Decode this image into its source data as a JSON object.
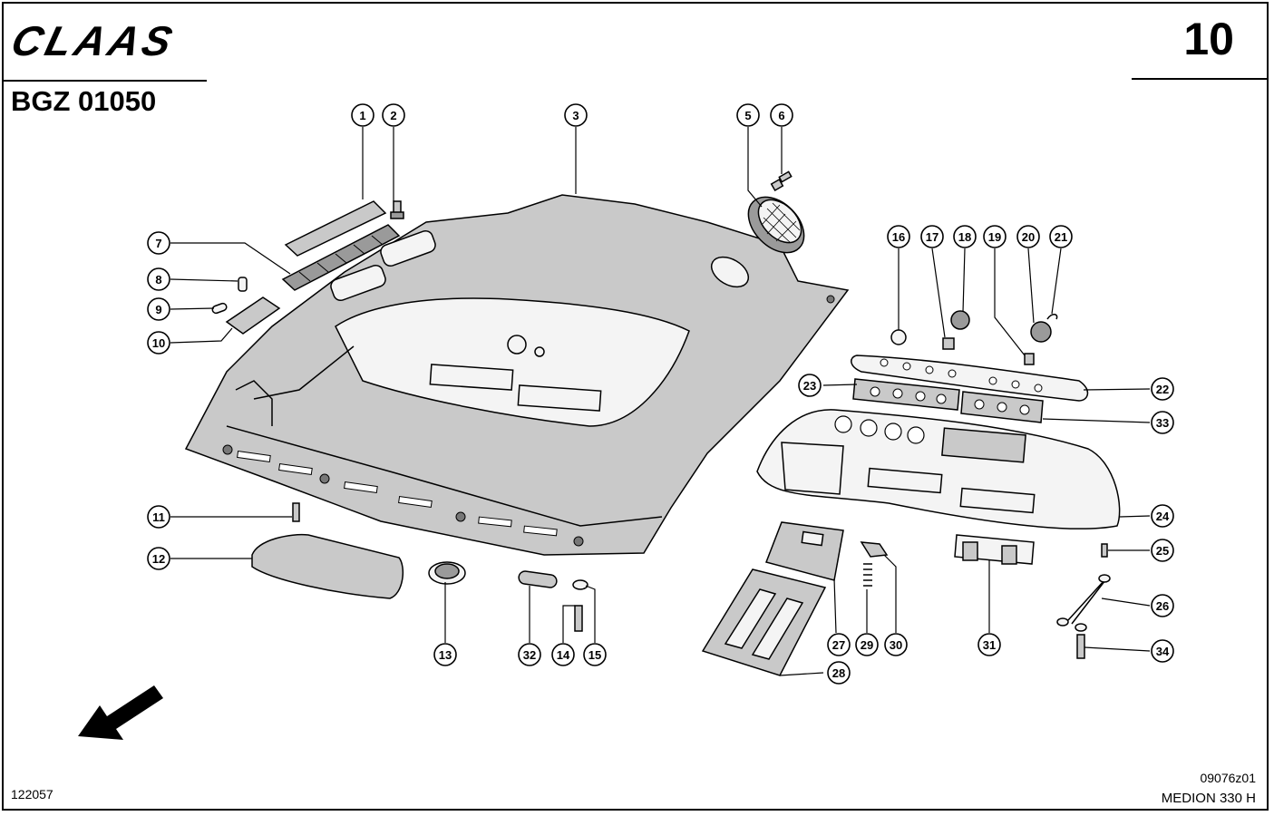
{
  "header": {
    "brand": "CLAAS",
    "page_number": "10",
    "assembly_code": "BGZ 01050"
  },
  "footer": {
    "catalog_number": "122057",
    "drawing_number": "09076z01",
    "model": "MEDION 330 H"
  },
  "callouts": [
    "1",
    "2",
    "3",
    "5",
    "6",
    "7",
    "8",
    "9",
    "10",
    "11",
    "12",
    "13",
    "14",
    "15",
    "16",
    "17",
    "18",
    "19",
    "20",
    "21",
    "22",
    "23",
    "24",
    "25",
    "26",
    "27",
    "28",
    "29",
    "30",
    "31",
    "32",
    "33",
    "34"
  ]
}
